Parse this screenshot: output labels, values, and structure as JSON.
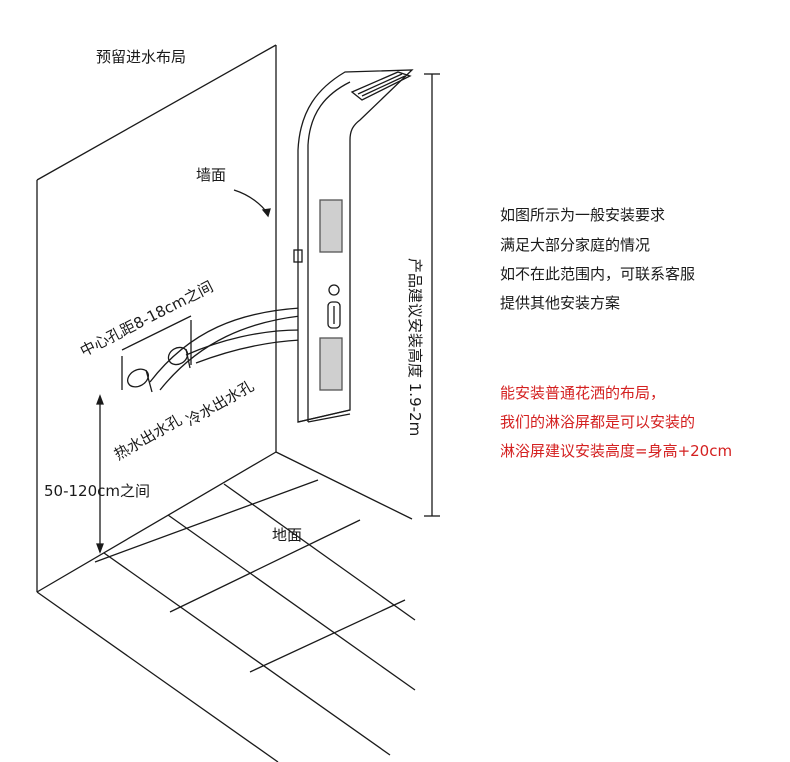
{
  "labels": {
    "inlet_layout": "预留进水布局",
    "wall": "墙面",
    "center_distance": "中心孔距8-18cm之间",
    "hot_outlet": "热水出水孔",
    "cold_outlet": "冷水出水孔",
    "height_range": "50-120cm之间",
    "floor": "地面",
    "product_height": "产品建议安装高度 1.9-2m"
  },
  "notes": {
    "black": [
      "如图所示为一般安装要求",
      "满足大部分家庭的情况",
      "如不在此范围内，可联系客服",
      "提供其他安装方案"
    ],
    "red": [
      "能安装普通花洒的布局，",
      "我们的淋浴屏都是可以安装的",
      "淋浴屏建议安装高度=身高+20cm"
    ]
  },
  "colors": {
    "line": "#1a1a1a",
    "note_red": "#d42020"
  }
}
